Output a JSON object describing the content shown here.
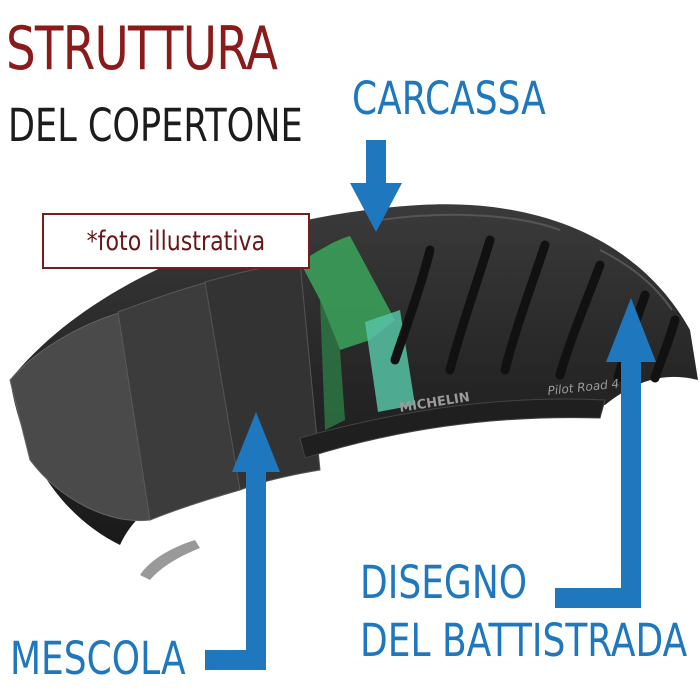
{
  "title": {
    "line1": "STRUTTURA",
    "line2": "DEL COPERTONE"
  },
  "note": "*foto illustrativa",
  "labels": {
    "carcassa": "CARCASSA",
    "mescola": "MESCOLA",
    "disegno_line1": "DISEGNO",
    "disegno_line2": "DEL BATTISTRADA"
  },
  "sidewall_brand": "MICHELIN",
  "sidewall_model": "Pilot Road 4",
  "colors": {
    "title_red": "#8b1a1a",
    "title_dark": "#1c1c1c",
    "label_blue": "#1f78be",
    "note_border": "#7a1c1c",
    "carcass_green": "#3aa55a",
    "compound_teal": "#57c2a6",
    "tire_dark": "#2b2b2b"
  }
}
